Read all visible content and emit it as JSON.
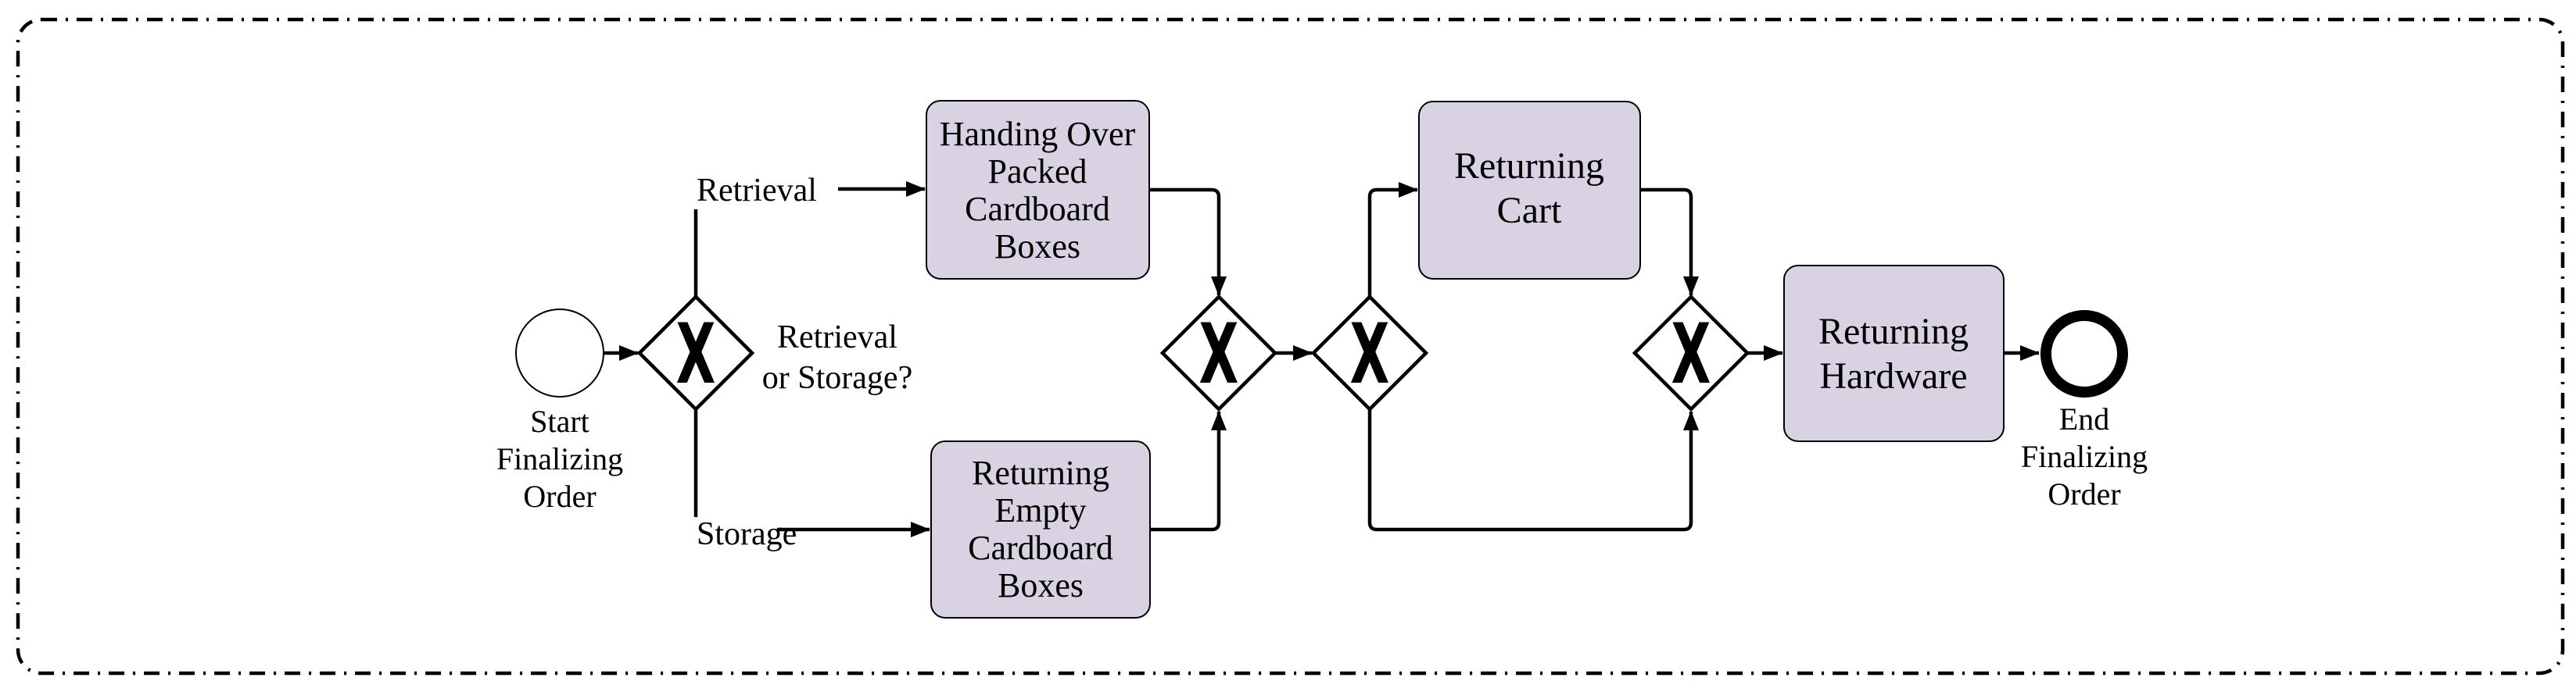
{
  "diagram": {
    "kind": "BPMN process diagram",
    "colors": {
      "task_fill": "#d8d2e2",
      "line": "#000000",
      "background": "#ffffff"
    },
    "gateway_symbol": "X",
    "start_event": {
      "label": [
        "Start",
        "Finalizing",
        "Order"
      ]
    },
    "end_event": {
      "label": [
        "End",
        "Finalizing",
        "Order"
      ]
    },
    "decision": {
      "label": [
        "Retrieval",
        "or Storage?"
      ]
    },
    "branches": {
      "retrieval": "Retrieval",
      "storage": "Storage"
    },
    "tasks": {
      "handing_over": [
        "Handing Over",
        "Packed",
        "Cardboard",
        "Boxes"
      ],
      "returning_empty": [
        "Returning",
        "Empty",
        "Cardboard",
        "Boxes"
      ],
      "returning_cart": [
        "Returning",
        "Cart"
      ],
      "returning_hardware": [
        "Returning",
        "Hardware"
      ]
    }
  }
}
